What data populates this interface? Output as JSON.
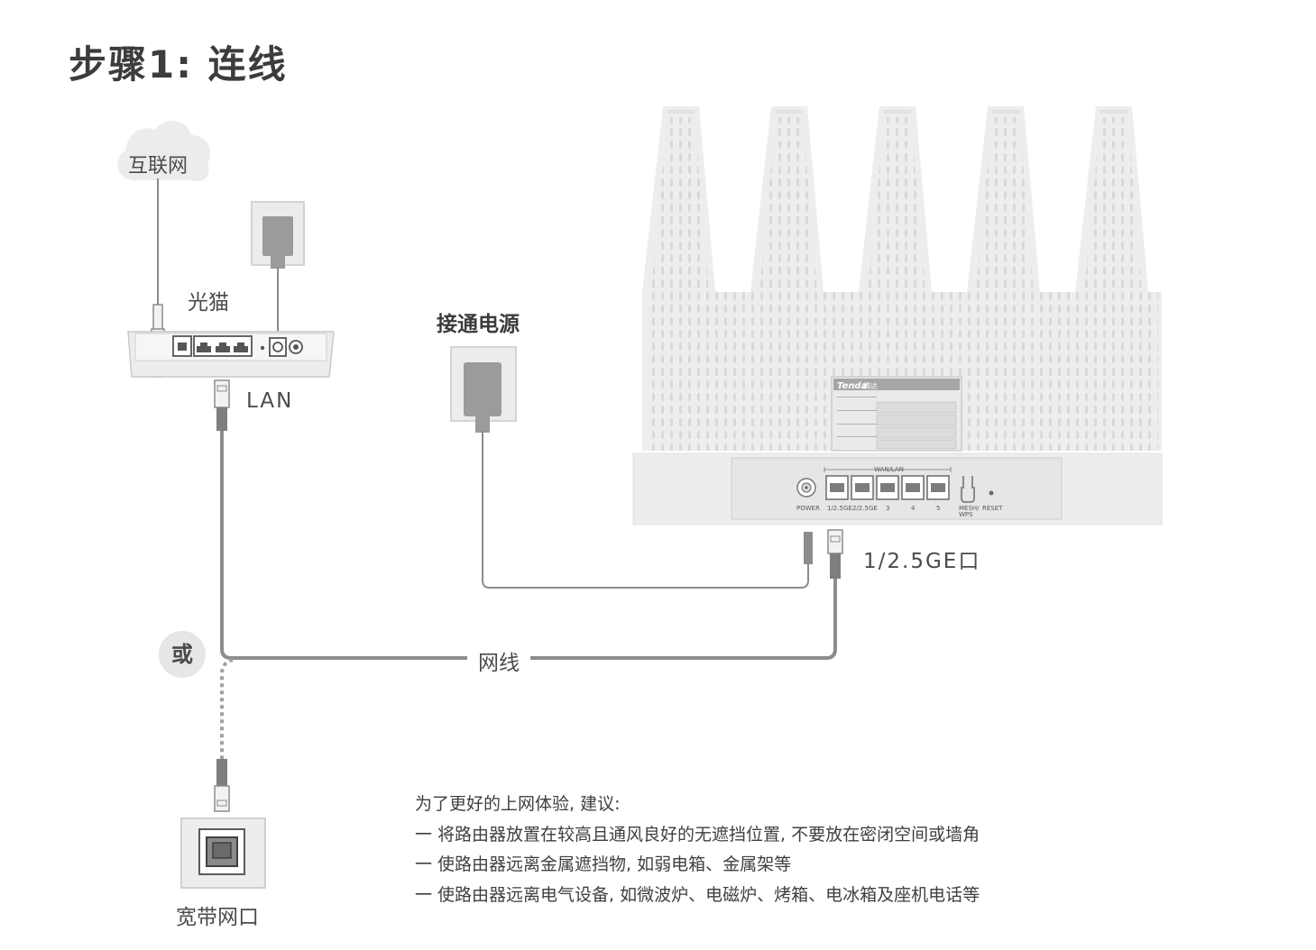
{
  "title": "步骤1: 连线",
  "labels": {
    "internet": "互联网",
    "modem": "光猫",
    "lan": "LAN",
    "power_connect": "接通电源",
    "port": "1/2.5GE口",
    "or": "或",
    "cable": "网线",
    "wall_port": "宽带网口"
  },
  "router": {
    "brand": "Tenda",
    "brand_cn": "腾达",
    "wan_lan": "WAN/LAN",
    "power": "POWER",
    "ports": [
      "1/2.5GE",
      "2/2.5GE",
      "3",
      "4",
      "5"
    ],
    "mesh": "MESH/",
    "wps": "WPS",
    "reset": "RESET"
  },
  "tips": {
    "heading": "为了更好的上网体验, 建议:",
    "items": [
      "一 将路由器放置在较高且通风良好的无遮挡位置, 不要放在密闭空间或墙角",
      "一 使路由器远离金属遮挡物, 如弱电箱、金属架等",
      "一 使路由器远离电气设备, 如微波炉、电磁炉、烤箱、电冰箱及座机电话等"
    ]
  },
  "colors": {
    "line": "#8c8c8c",
    "device": "#ededed",
    "outline": "#9a9a9a",
    "badge": "#e6e6e6"
  }
}
